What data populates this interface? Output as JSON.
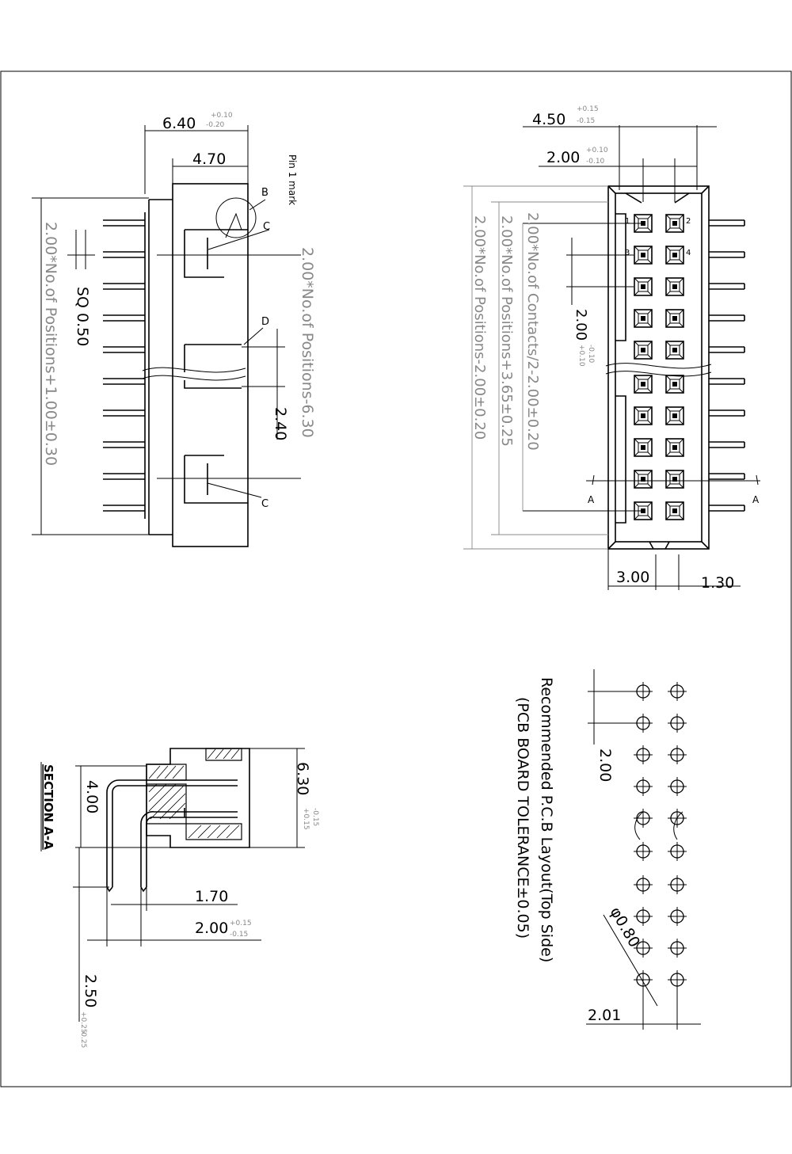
{
  "side_view": {
    "width_dim": "6.40",
    "width_tol_plus": "+0.10",
    "width_tol_minus": "-0.20",
    "inner_dim": "4.70",
    "pin_mark_label": "Pin 1 mark",
    "callout_b": "B",
    "callout_c": "C",
    "callout_c2": "C",
    "callout_d": "D",
    "total_len_label": "2.00*No.of Positions+1.00±0.30",
    "mid_len_label": "2.00*No.of Positions-6.30",
    "sq_label": "SQ 0.50",
    "gap_dim": "2.40"
  },
  "front_view": {
    "outer_dim": "4.50",
    "outer_tol_plus": "+0.15",
    "outer_tol_minus": "-0.15",
    "pitch_dim": "2.00",
    "pitch_tol_plus": "+0.10",
    "pitch_tol_minus": "-0.10",
    "row_pitch_dim": "2.00",
    "row_pitch_tol_plus": "+0.10",
    "row_pitch_tol_minus": "-0.10",
    "len_label_1": "2.00*No.of Positions-2.00±0.20",
    "len_label_2": "2.00*No.of Positions+3.65±0.25",
    "len_label_3": "2.00*No.of Contacts/2-2.00±0.20",
    "pin_numbers": [
      "1",
      "2",
      "3",
      "4"
    ],
    "section_marker": "A",
    "bottom_dim_1": "3.00",
    "bottom_dim_2": "1.30"
  },
  "section_view": {
    "title": "SECTION A-A",
    "height_dim": "6.30",
    "height_tol_plus": "+0.15",
    "height_tol_minus": "-0.15",
    "pin_height_dim": "4.00",
    "dim_170": "1.70",
    "dim_200": "2.00",
    "dim_200_tol_plus": "+0.15",
    "dim_200_tol_minus": "-0.15",
    "dim_250": "2.50",
    "dim_250_tol_plus": "+0.25",
    "dim_250_tol_minus": "-0.25"
  },
  "pcb_layout": {
    "title_line1": "Recommended P.C.B Layout(Top Side)",
    "title_line2": "(PCB BOARD TOLERANCE±0.05)",
    "pitch_dim": "2.00",
    "hole_dim": "φ0.80",
    "row_dim": "2.01"
  }
}
